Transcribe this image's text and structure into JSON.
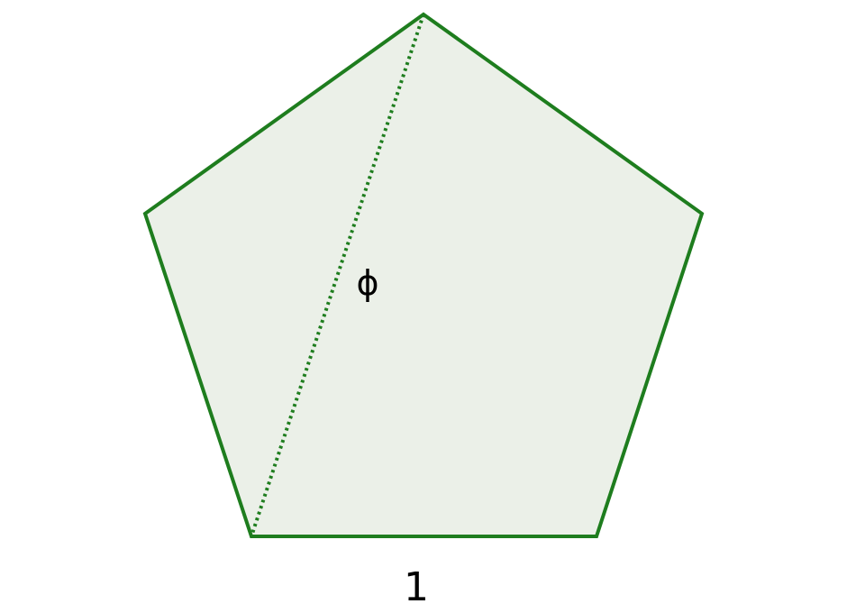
{
  "diagram": {
    "shape": "regular pentagon",
    "diagonal_label": "ϕ",
    "side_label": "1"
  },
  "colors": {
    "fill": "#ebf0e8",
    "stroke": "#1e7d1e",
    "diagonal": "#1e7d1e",
    "text": "#000000"
  }
}
